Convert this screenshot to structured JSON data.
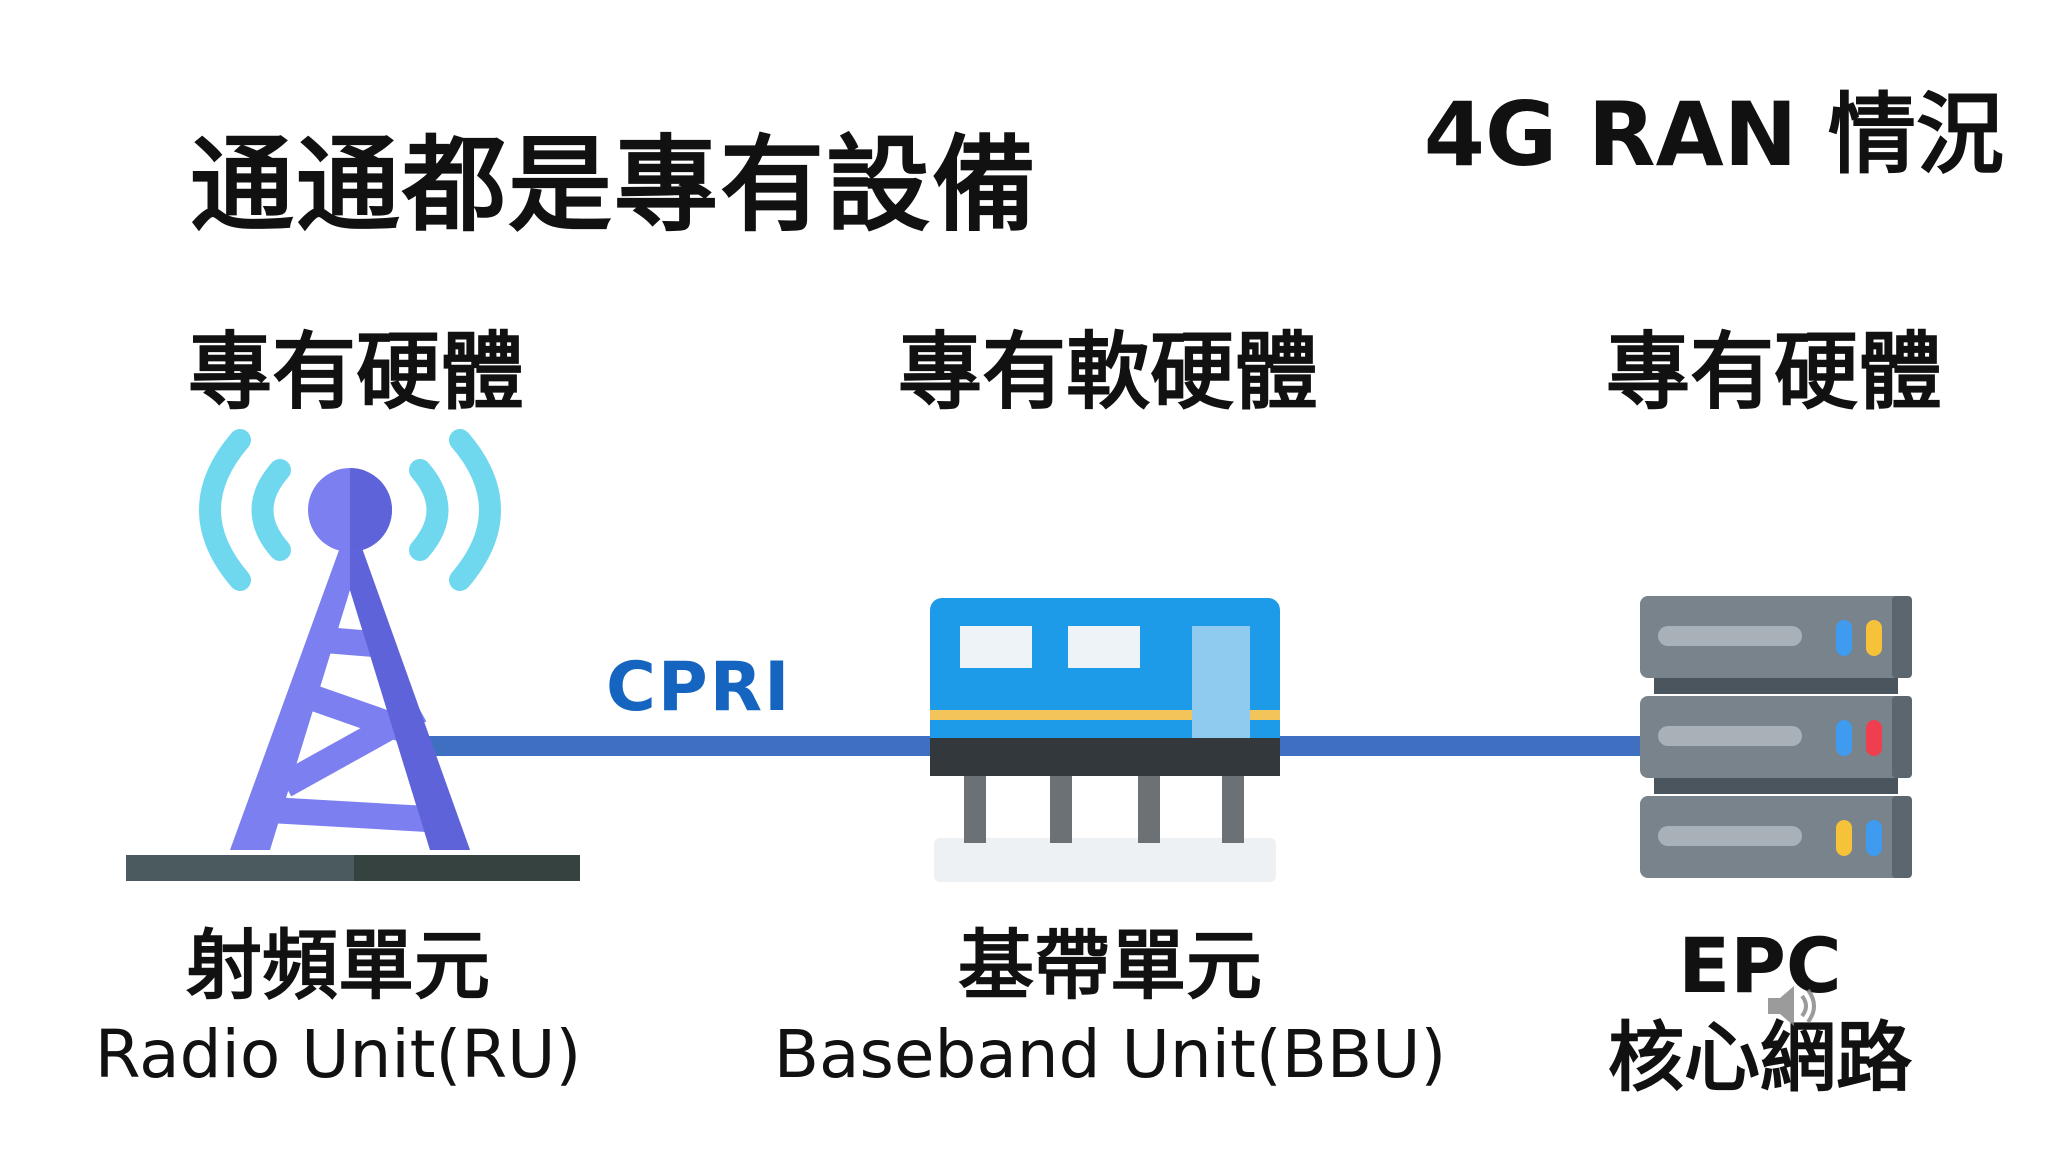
{
  "headline": "通通都是專有設備",
  "corner_title": "4G RAN 情況",
  "sections": {
    "left_title": "專有硬體",
    "middle_title": "專有軟硬體",
    "right_title": "專有硬體"
  },
  "link": {
    "label": "CPRI"
  },
  "nodes": {
    "ru": {
      "name_zh": "射頻單元",
      "name_en": "Radio Unit(RU)",
      "icon": "radio-tower-icon"
    },
    "bbu": {
      "name_zh": "基帶單元",
      "name_en": "Baseband Unit(BBU)",
      "icon": "baseband-unit-icon"
    },
    "epc": {
      "name_zh": "EPC",
      "name_en": "核心網路",
      "icon": "server-rack-icon"
    }
  },
  "colors": {
    "link": "#3f6fc1",
    "cpri_text": "#1565c0",
    "tower": "#7b7ff0",
    "tower_dark": "#5f63d9",
    "waves": "#6fd8ef",
    "bbu_body": "#1e9be8",
    "bbu_stripe": "#f3c45a",
    "server_body": "#78838c",
    "server_dark": "#4a555d"
  }
}
